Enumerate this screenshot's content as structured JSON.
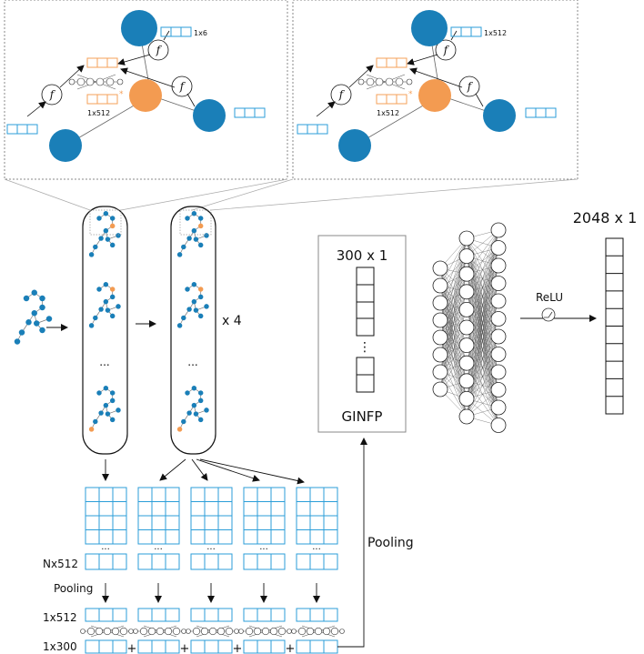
{
  "panels": {
    "left": {
      "edge_dim": "1x6",
      "hidden_dim": "1x512"
    },
    "right": {
      "edge_dim": "1x512",
      "hidden_dim": "1x512"
    },
    "function_symbol": "f",
    "concat_symbol": "*"
  },
  "graphs": {
    "ellipsis": "...",
    "repeat_label": "x 4"
  },
  "grids": {
    "ellipsis": "...",
    "node_dim_label": "Nx512",
    "pooling_label": "Pooling",
    "pooled_dim_label": "1x512",
    "output_dim_label": "1x300",
    "plus_symbol": "+"
  },
  "fingerprint": {
    "dim_label": "300 x 1",
    "name": "GINFP",
    "dots": "⋮"
  },
  "pooling_arrow_label": "Pooling",
  "mlp": {
    "activation_label": "ReLU"
  },
  "output": {
    "dim_label": "2048 x 1"
  },
  "colors": {
    "node_blue": "#1a7fb8",
    "node_orange": "#f39b51",
    "cell_blue": "#2b9ed8",
    "cell_orange": "#f5a05a"
  }
}
